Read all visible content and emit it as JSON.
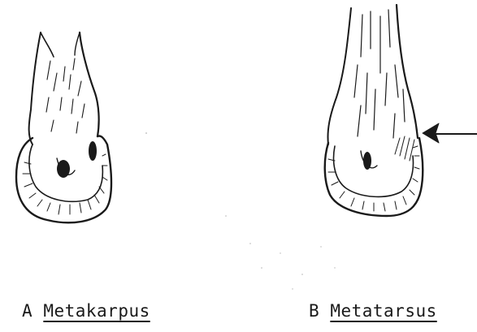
{
  "panels": [
    {
      "letter": "A",
      "name": "Metakarpus"
    },
    {
      "letter": "B",
      "name": "Metatarsus"
    }
  ],
  "colors": {
    "ink": "#1a1a1a",
    "background": "#ffffff"
  },
  "icons": [
    "arrow-left-icon"
  ]
}
